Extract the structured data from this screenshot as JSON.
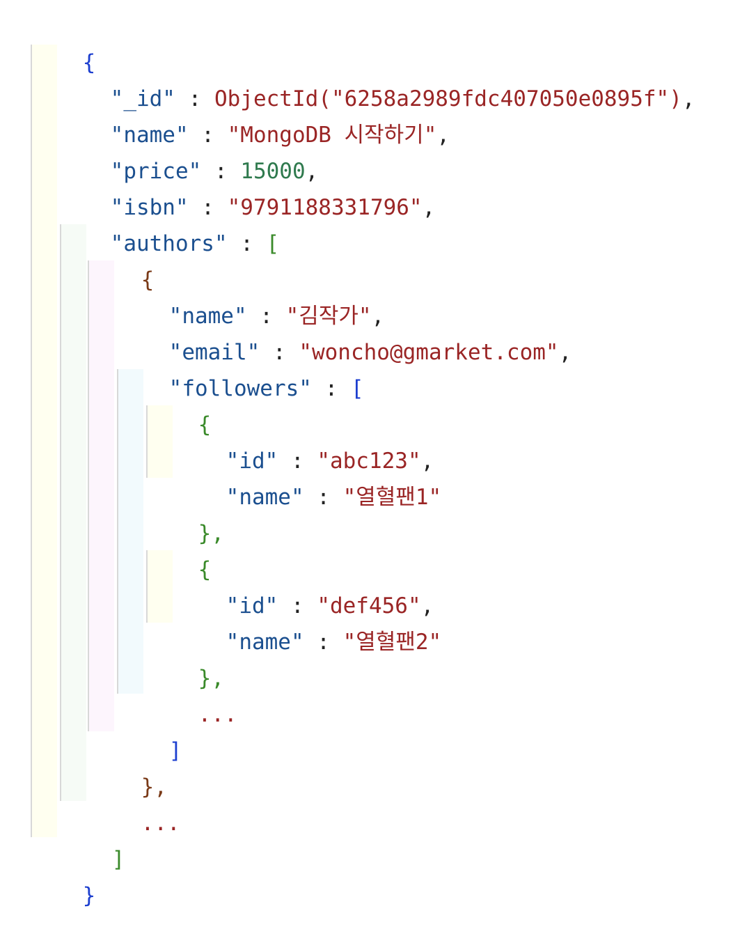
{
  "colors": {
    "key": "#1b4f8f",
    "string": "#9a2525",
    "number": "#2f7a4e",
    "bracket_level1": "#1d3fcf",
    "bracket_level2": "#3a8a2a",
    "bracket_level3": "#7a3a18"
  },
  "code": {
    "open_root": "{",
    "close_root": "}",
    "id_key": "\"_id\"",
    "id_value": "ObjectId(\"6258a2989fdc407050e0895f\")",
    "name_key": "\"name\"",
    "name_value": "\"MongoDB 시작하기\"",
    "price_key": "\"price\"",
    "price_value": "15000",
    "isbn_key": "\"isbn\"",
    "isbn_value": "\"9791188331796\"",
    "authors_key": "\"authors\"",
    "open_array": "[",
    "close_array": "]",
    "open_obj": "{",
    "close_obj_comma": "},",
    "ellipsis": "...",
    "colon": " : ",
    "comma": ",",
    "author": {
      "name_key": "\"name\"",
      "name_value": "\"김작가\"",
      "email_key": "\"email\"",
      "email_value": "\"woncho@gmarket.com\"",
      "followers_key": "\"followers\""
    },
    "followers": [
      {
        "id_key": "\"id\"",
        "id_value": "\"abc123\"",
        "name_key": "\"name\"",
        "name_value": "\"열혈팬1\""
      },
      {
        "id_key": "\"id\"",
        "id_value": "\"def456\"",
        "name_key": "\"name\"",
        "name_value": "\"열혈팬2\""
      }
    ]
  }
}
